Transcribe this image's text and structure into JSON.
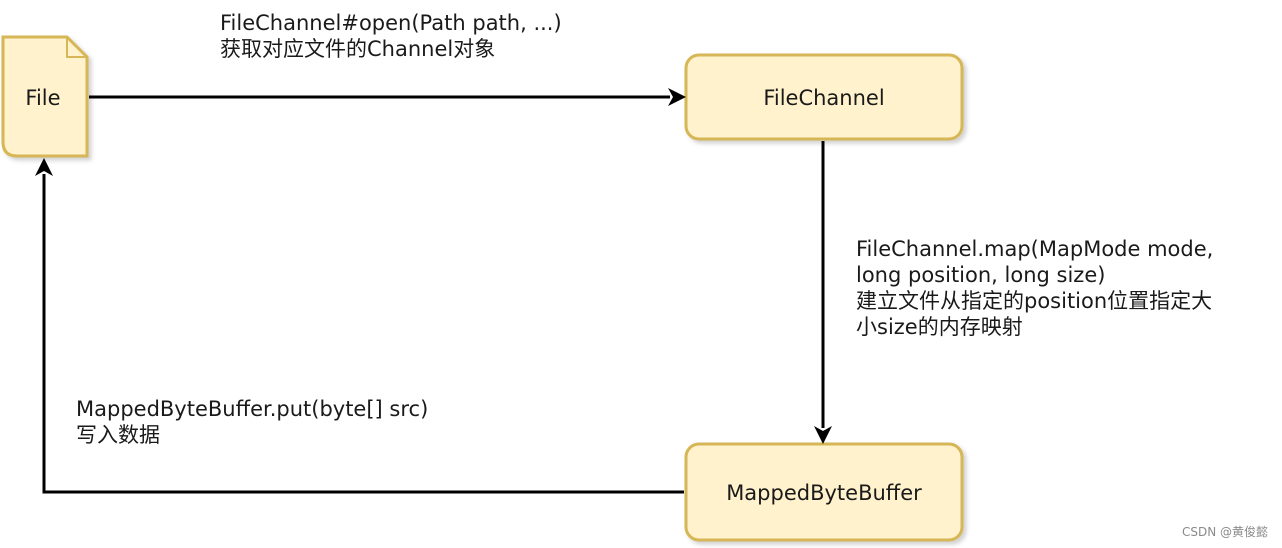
{
  "nodes": {
    "file": {
      "label": "File"
    },
    "filechannel": {
      "label": "FileChannel"
    },
    "mapped": {
      "label": "MappedByteBuffer"
    }
  },
  "edges": {
    "open": {
      "line1": "FileChannel#open(Path path, ...)",
      "line2": "获取对应文件的Channel对象"
    },
    "map": {
      "line1": "FileChannel.map(MapMode mode,",
      "line2": "long position, long size)",
      "line3": "建立文件从指定的position位置指定大",
      "line4": "小size的内存映射"
    },
    "put": {
      "line1": "MappedByteBuffer.put(byte[] src)",
      "line2": "写入数据"
    }
  },
  "watermark": "CSDN @黄俊懿",
  "colors": {
    "node_fill": "#fff2cc",
    "node_stroke": "#d6b656",
    "edge": "#000000"
  }
}
